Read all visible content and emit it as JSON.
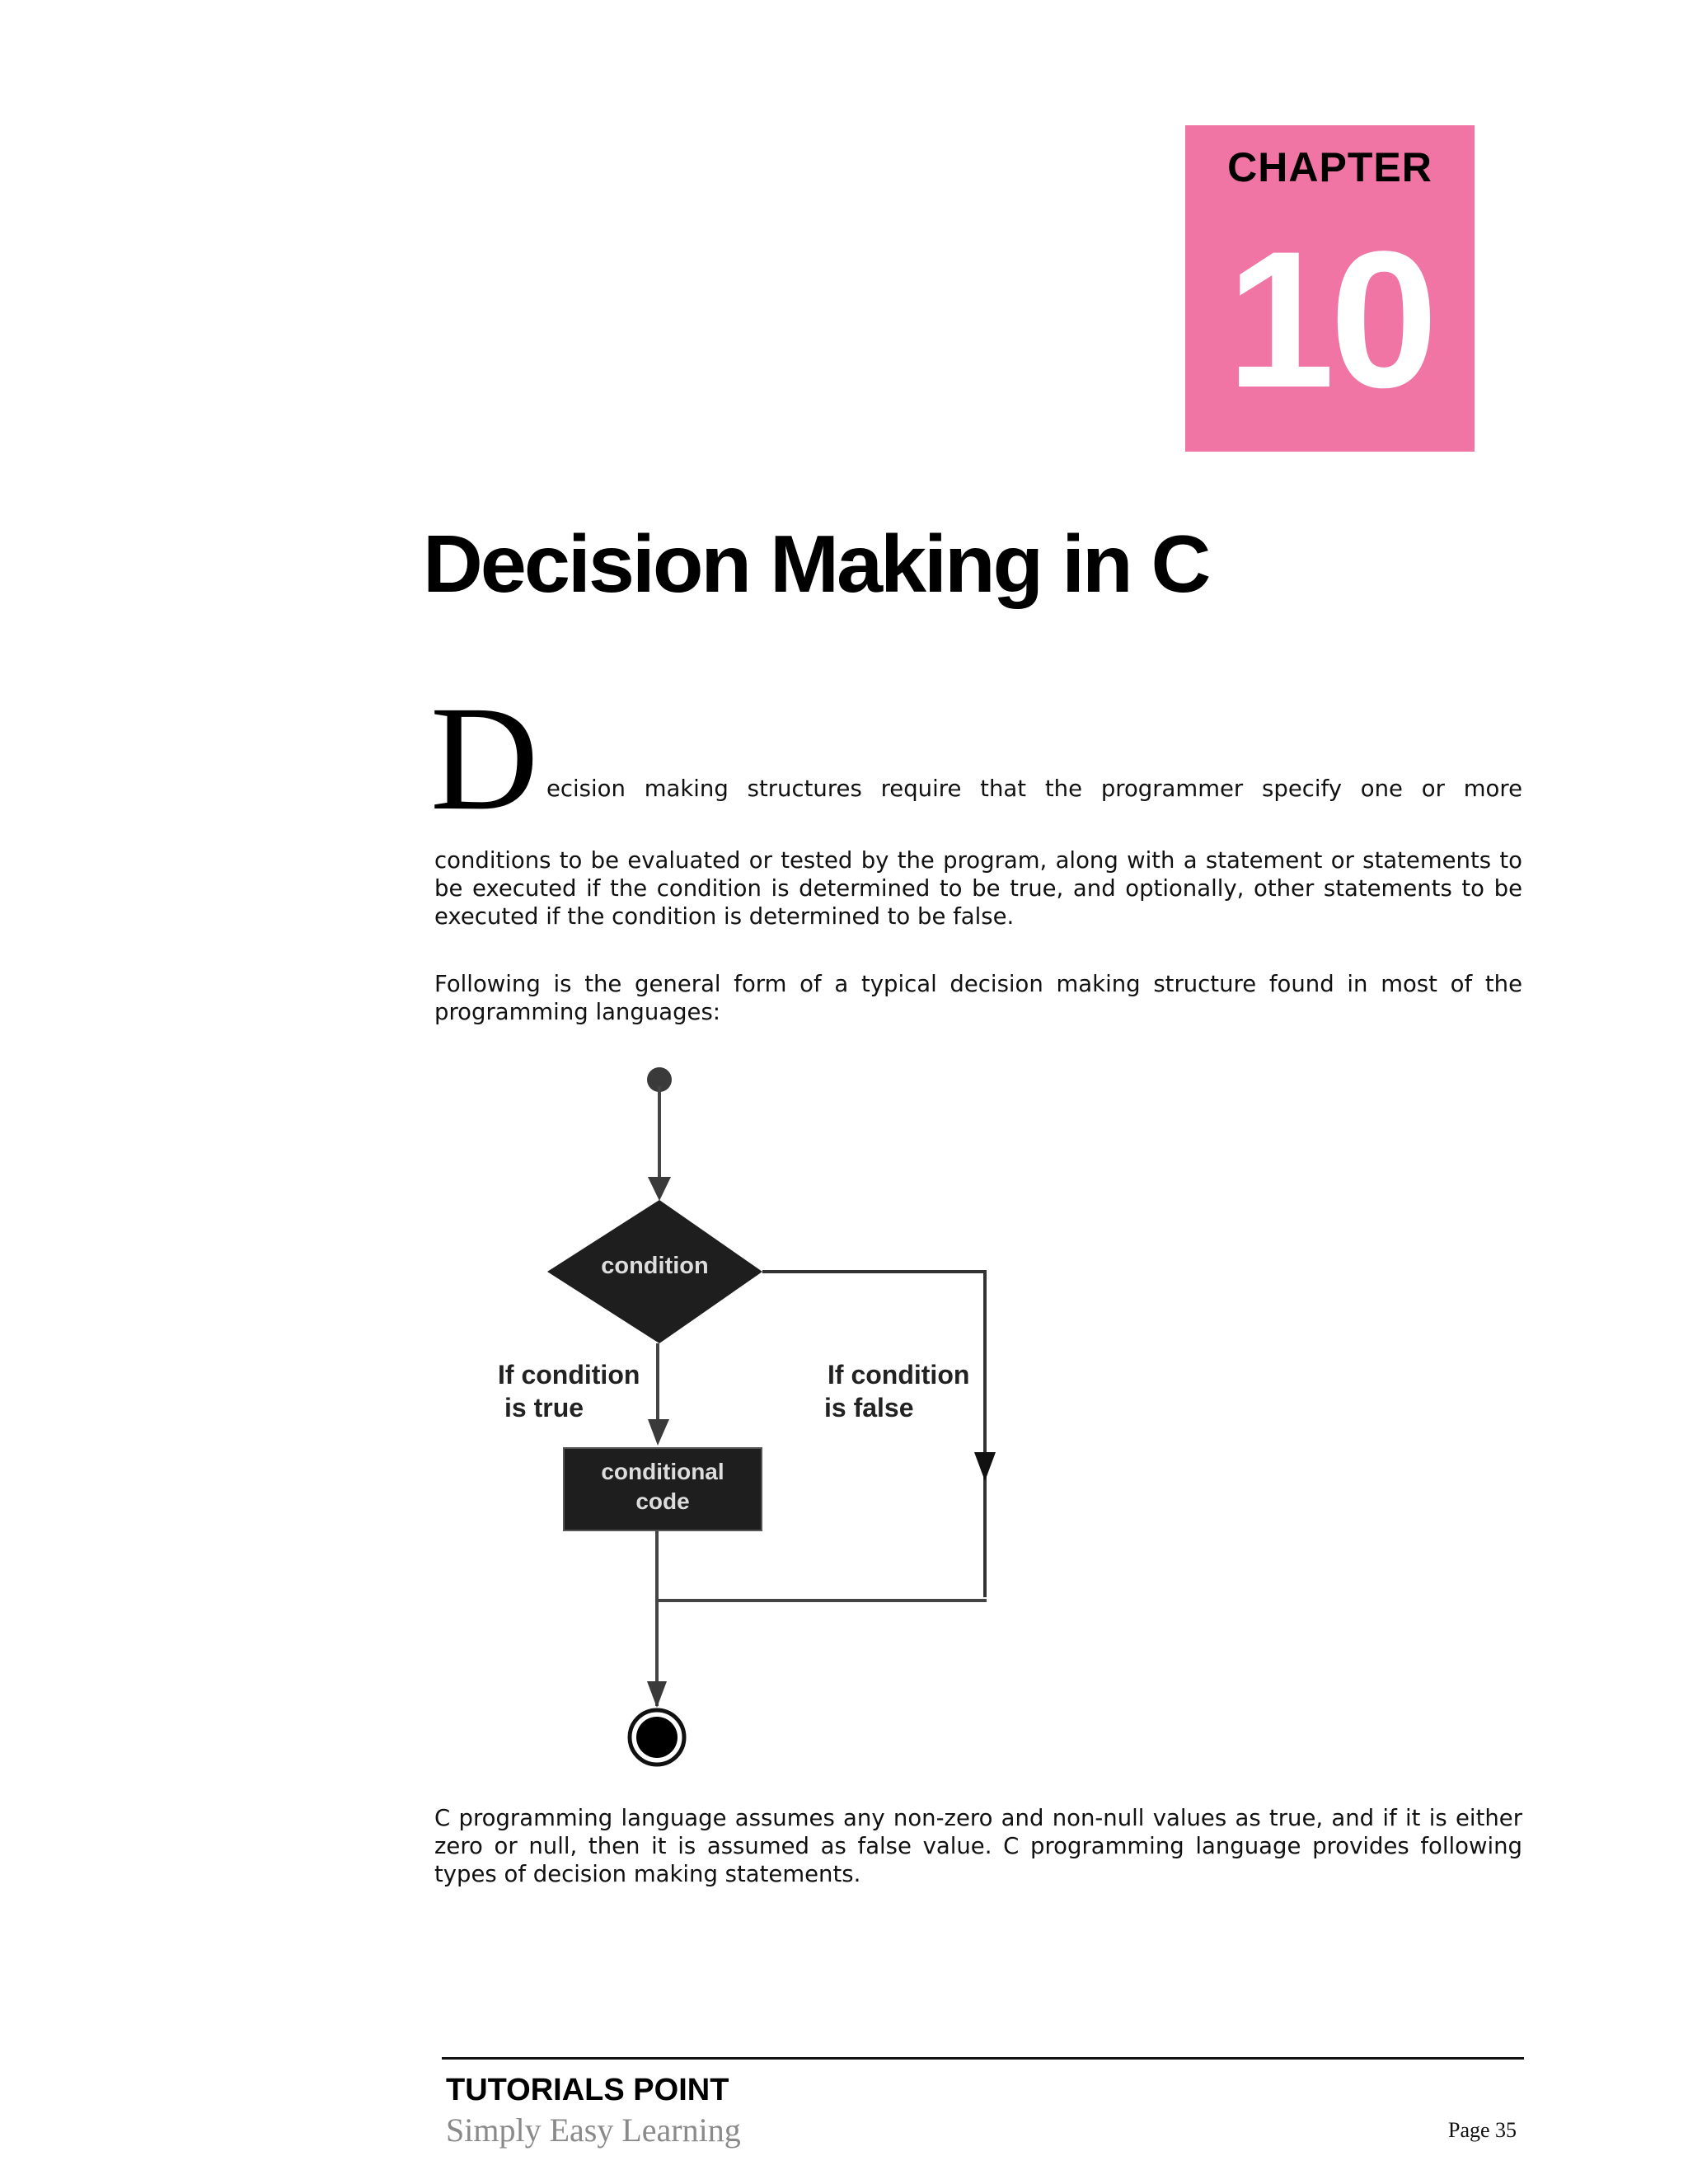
{
  "chapter": {
    "label": "CHAPTER",
    "number": "10",
    "box_color": "#f074a4"
  },
  "title": "Decision Making in C",
  "intro": {
    "drop_cap": "D",
    "first_line": "ecision making structures require that the programmer specify one or more",
    "continuation": "conditions to be evaluated or tested by the program, along with a statement or statements to be executed if the condition is determined to be true, and optionally, other statements to be executed if the condition is determined to be false."
  },
  "paragraph2": "Following is the general form of a typical decision making structure found in most of the programming languages:",
  "flowchart": {
    "decision_label": "condition",
    "true_label_line1": "If condition",
    "true_label_line2": "is true",
    "false_label_line1": "If condition",
    "false_label_line2": "is false",
    "process_label_line1": "conditional",
    "process_label_line2": "code"
  },
  "paragraph3": "C programming language assumes any non-zero and non-null values as true, and if it is either zero or null, then it is assumed as false value. C programming language provides following types of decision making statements.",
  "footer": {
    "brand": "TUTORIALS POINT",
    "tagline": "Simply Easy Learning",
    "page": "Page 35"
  }
}
